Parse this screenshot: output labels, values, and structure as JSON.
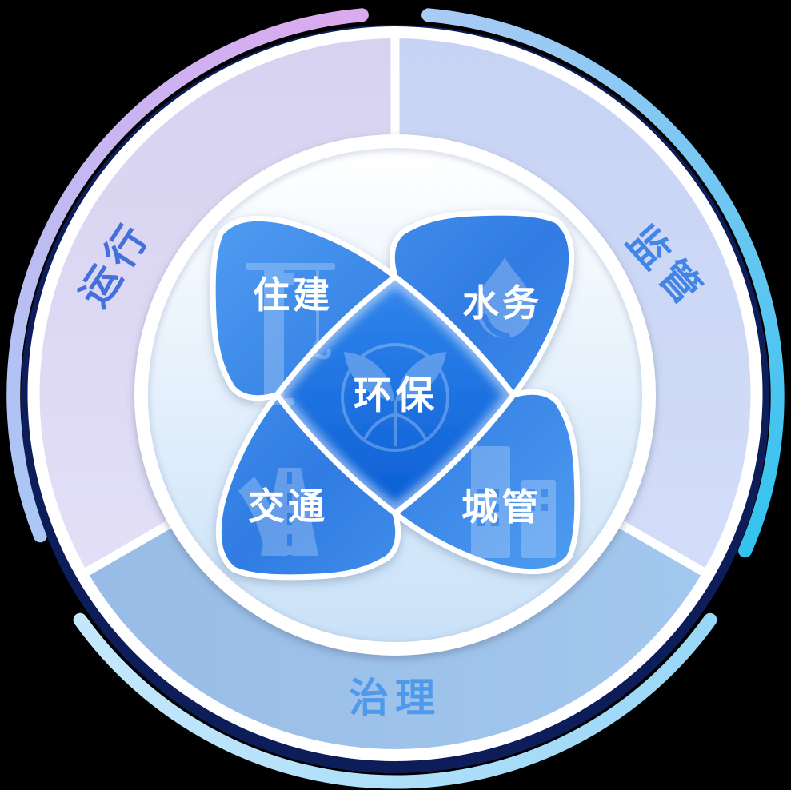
{
  "ring": {
    "segments": [
      {
        "label": "运行",
        "color": "#DCD8F4",
        "text_color": "#4470DE"
      },
      {
        "label": "监管",
        "color": "#CBD7F6",
        "text_color": "#4384E7"
      },
      {
        "label": "治理",
        "color": "#9CC0EA",
        "text_color": "#4F99EA"
      }
    ]
  },
  "flower": {
    "center_label": "环保",
    "petals": [
      {
        "label": "住建",
        "icon": "crane-icon"
      },
      {
        "label": "水务",
        "icon": "water-drop-icon"
      },
      {
        "label": "交通",
        "icon": "highway-icon"
      },
      {
        "label": "城管",
        "icon": "buildings-icon"
      }
    ]
  },
  "colors": {
    "background": "#000000",
    "navy_ring": "#0C1D5A",
    "petal_blue": "#3D89EB",
    "diamond_top": "#3287EC",
    "diamond_bottom": "#0B5ED5",
    "arc_left_start": "#DCA9EF",
    "arc_left_end": "#A8C8F5",
    "arc_right_start": "#ABCBF5",
    "arc_right_end": "#33C3EF",
    "arc_bottom_start": "#C4E7FB",
    "arc_bottom_end": "#99D7F7"
  }
}
